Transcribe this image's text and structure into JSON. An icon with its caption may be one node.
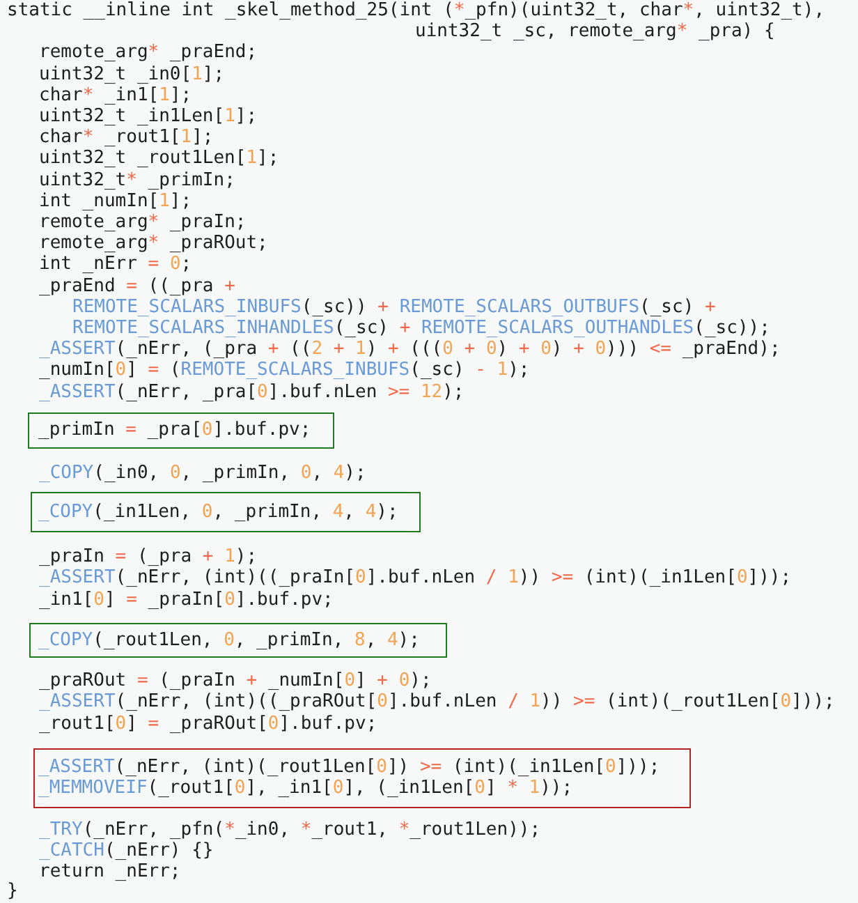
{
  "diagram": {
    "nodes": [
      {
        "text": [
          "_primIn = _pra[0].buf.pv;"
        ]
      },
      {
        "text": [
          "_COPY(_in1Len, 0, _primIn, 4, 4);"
        ]
      },
      {
        "text": [
          "_COPY(_rout1Len, 0, _primIn, 8, 4);"
        ]
      },
      {
        "text": [
          "_ASSERT(_nErr, (int)(_rout1Len[0]) >= (int)(_in1Len[0]));",
          "_MEMMOVEIF(_rout1[0], _in1[0], (_in1Len[0] * 1));"
        ]
      }
    ],
    "labels": [
      "static __inline int _skel_method_25(int (*_pfn)(uint32_t, char*, uint32_t),",
      "uint32_t _sc, remote_arg* _pra) {",
      "remote_arg* _praEnd;",
      "uint32_t _in0[1];",
      "char* _in1[1];",
      "uint32_t _in1Len[1];",
      "char* _rout1[1];",
      "uint32_t _rout1Len[1];",
      "uint32_t* _primIn;",
      "int _numIn[1];",
      "remote_arg* _praIn;",
      "remote_arg* _praROut;",
      "int _nErr = 0;",
      "_praEnd = ((_pra +",
      "REMOTE_SCALARS_INBUFS(_sc)) + REMOTE_SCALARS_OUTBUFS(_sc) +",
      "REMOTE_SCALARS_INHANDLES(_sc) + REMOTE_SCALARS_OUTHANDLES(_sc));",
      "_ASSERT(_nErr, (_pra + ((2 + 1) + (((0 + 0) + 0) + 0))) <= _praEnd);",
      "_numIn[0] = (REMOTE_SCALARS_INBUFS(_sc) - 1);",
      "_ASSERT(_nErr, _pra[0].buf.nLen >= 12);",
      "_COPY(_in0, 0, _primIn, 0, 4);",
      "_praIn = (_pra + 1);",
      "_ASSERT(_nErr, (int)((_praIn[0].buf.nLen / 1)) >= (int)(_in1Len[0]));",
      "_in1[0] = _praIn[0].buf.pv;",
      "_praROut = (_praIn + _numIn[0] + 0);",
      "_ASSERT(_nErr, (int)((_praROut[0].buf.nLen / 1)) >= (int)(_rout1Len[0]));",
      "_rout1[0] = _praROut[0].buf.pv;",
      "_TRY(_nErr, _pfn(*_in0, *_rout1, *_rout1Len));",
      "_CATCH(_nErr) {}",
      "return _nErr;",
      "}"
    ]
  }
}
